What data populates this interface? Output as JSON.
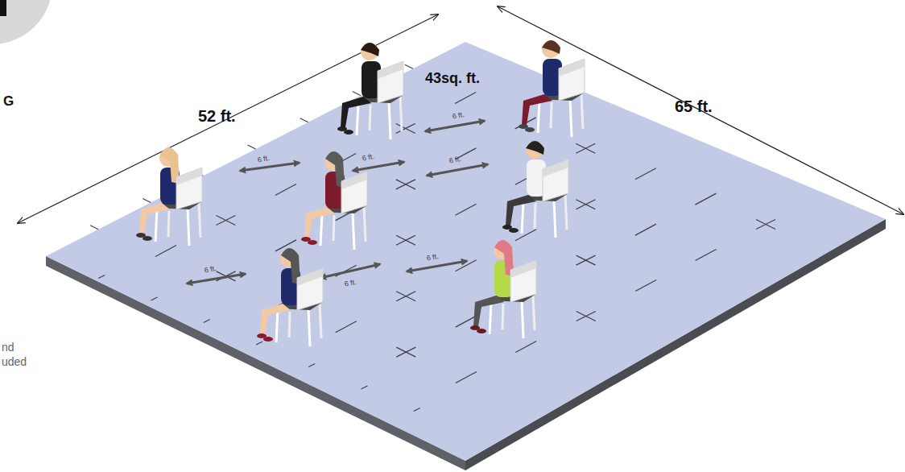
{
  "diagram": {
    "labels": [
      "52 ft.",
      "43sq. ft.",
      "65 ft.",
      "6 ft.",
      "6 ft.",
      "6 ft.",
      "6 ft.",
      "6 ft.",
      "6 ft.",
      "6 ft.",
      "G",
      "nd",
      "uded"
    ]
  }
}
